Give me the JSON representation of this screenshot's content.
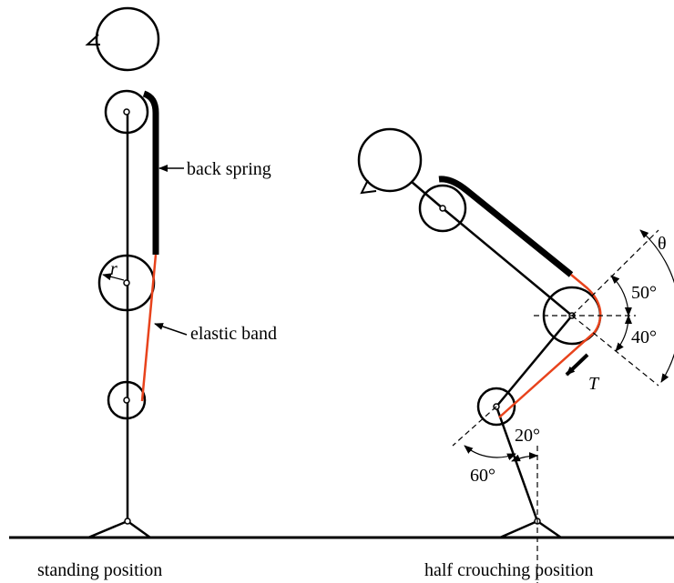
{
  "figure": {
    "captions": {
      "standing": "standing position",
      "crouching": "half crouching position"
    },
    "labels": {
      "back_spring": "back spring",
      "elastic_band": "elastic band",
      "radius": "r",
      "tension": "T",
      "theta": "θ",
      "angle_50": "50°",
      "angle_40": "40°",
      "angle_20": "20°",
      "angle_60": "60°"
    },
    "colors": {
      "line": "#000000",
      "band": "#e8431c",
      "background": "#ffffff"
    }
  }
}
